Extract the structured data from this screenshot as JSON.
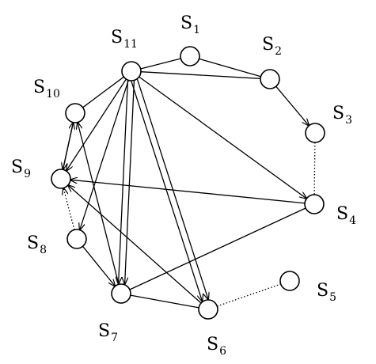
{
  "diagram": {
    "nodes": [
      {
        "id": "s1",
        "name": "S",
        "sub": "1"
      },
      {
        "id": "s2",
        "name": "S",
        "sub": "2"
      },
      {
        "id": "s3",
        "name": "S",
        "sub": "3"
      },
      {
        "id": "s4",
        "name": "S",
        "sub": "4"
      },
      {
        "id": "s5",
        "name": "S",
        "sub": "5"
      },
      {
        "id": "s6",
        "name": "S",
        "sub": "6"
      },
      {
        "id": "s7",
        "name": "S",
        "sub": "7"
      },
      {
        "id": "s8",
        "name": "S",
        "sub": "8"
      },
      {
        "id": "s9",
        "name": "S",
        "sub": "9"
      },
      {
        "id": "s10",
        "name": "S",
        "sub": "10"
      },
      {
        "id": "s11",
        "name": "S",
        "sub": "11"
      }
    ],
    "edges": [
      {
        "from": "s11",
        "to": "s1",
        "style": "solid",
        "arrow": "none"
      },
      {
        "from": "s1",
        "to": "s2",
        "style": "solid",
        "arrow": "none"
      },
      {
        "from": "s11",
        "to": "s2",
        "style": "solid",
        "arrow": "none"
      },
      {
        "from": "s2",
        "to": "s3",
        "style": "solid",
        "arrow": "end"
      },
      {
        "from": "s3",
        "to": "s4",
        "style": "dotted",
        "arrow": "none"
      },
      {
        "from": "s11",
        "to": "s10",
        "style": "solid",
        "arrow": "none"
      },
      {
        "from": "s11",
        "to": "s9",
        "style": "solid",
        "arrow": "end"
      },
      {
        "from": "s11",
        "to": "s8",
        "style": "solid",
        "arrow": "end"
      },
      {
        "from": "s11",
        "to": "s7",
        "style": "solid",
        "arrow": "end"
      },
      {
        "from": "s11",
        "to": "s7",
        "style": "solid",
        "arrow": "end"
      },
      {
        "from": "s11",
        "to": "s6",
        "style": "solid",
        "arrow": "end"
      },
      {
        "from": "s11",
        "to": "s6",
        "style": "solid",
        "arrow": "end"
      },
      {
        "from": "s11",
        "to": "s4",
        "style": "solid",
        "arrow": "end"
      },
      {
        "from": "s4",
        "to": "s9",
        "style": "solid",
        "arrow": "end"
      },
      {
        "from": "s4",
        "to": "s7",
        "style": "solid",
        "arrow": "none"
      },
      {
        "from": "s6",
        "to": "s9",
        "style": "solid",
        "arrow": "end"
      },
      {
        "from": "s7",
        "to": "s10",
        "style": "solid",
        "arrow": "end"
      },
      {
        "from": "s9",
        "to": "s10",
        "style": "solid",
        "arrow": "end"
      },
      {
        "from": "s10",
        "to": "s9",
        "style": "solid",
        "arrow": "end"
      },
      {
        "from": "s8",
        "to": "s9",
        "style": "dotted",
        "arrow": "end"
      },
      {
        "from": "s8",
        "to": "s7",
        "style": "solid",
        "arrow": "end"
      },
      {
        "from": "s7",
        "to": "s6",
        "style": "solid",
        "arrow": "none"
      },
      {
        "from": "s6",
        "to": "s5",
        "style": "dotted",
        "arrow": "none"
      }
    ]
  }
}
